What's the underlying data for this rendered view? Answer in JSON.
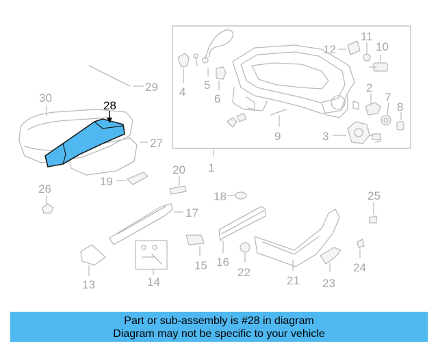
{
  "highlight_part": "28",
  "callouts": {
    "p1": "1",
    "p2": "2",
    "p3": "3",
    "p4": "4",
    "p5": "5",
    "p6": "6",
    "p7": "7",
    "p8": "8",
    "p9": "9",
    "p10": "10",
    "p11": "11",
    "p12": "12",
    "p13": "13",
    "p14": "14",
    "p15": "15",
    "p16": "16",
    "p17": "17",
    "p18": "18",
    "p19": "19",
    "p20": "20",
    "p21": "21",
    "p22": "22",
    "p23": "23",
    "p24": "24",
    "p25": "25",
    "p26": "26",
    "p27": "27",
    "p28": "28",
    "p29": "29",
    "p30": "30"
  },
  "banner": {
    "line1": "Part or sub-assembly is #28 in diagram",
    "line2": "Diagram may not be specific to your vehicle"
  },
  "colors": {
    "highlight": "#4fb8f0",
    "part_lines": "#b9b9b9",
    "labels": "#a6a6a6"
  }
}
